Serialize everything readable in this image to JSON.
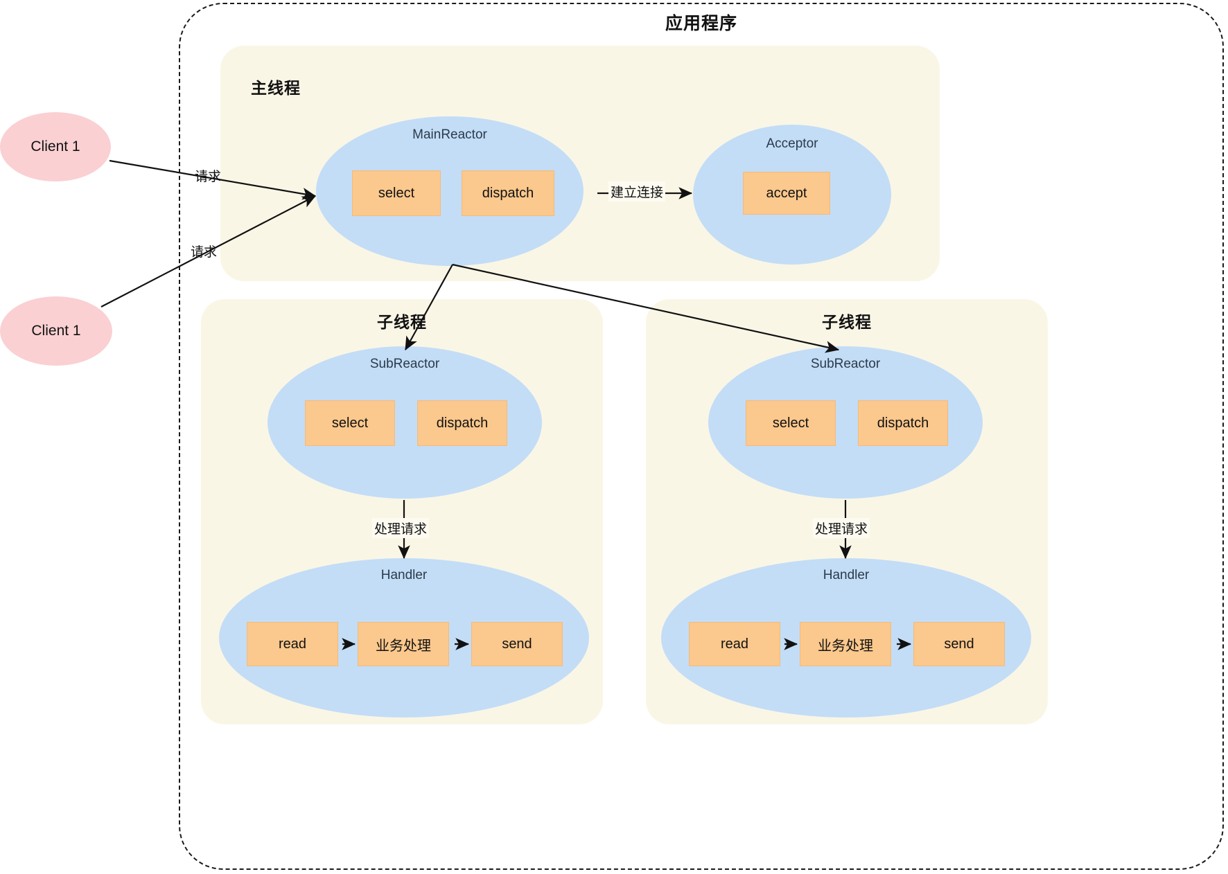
{
  "diagram": {
    "title": "应用程序",
    "panels": {
      "main_thread": "主线程",
      "sub_thread_left": "子线程",
      "sub_thread_right": "子线程"
    },
    "clients": [
      {
        "label": "Client 1"
      },
      {
        "label": "Client 1"
      }
    ],
    "nodes": {
      "main_reactor": "MainReactor",
      "acceptor": "Acceptor",
      "sub_reactor_left": "SubReactor",
      "sub_reactor_right": "SubReactor",
      "handler_left": "Handler",
      "handler_right": "Handler"
    },
    "ops": {
      "select": "select",
      "dispatch": "dispatch",
      "accept": "accept",
      "read": "read",
      "business": "业务处理",
      "send": "send"
    },
    "edges": {
      "request_1": "请求",
      "request_2": "请求",
      "establish_connection": "建立连接",
      "process_request_left": "处理请求",
      "process_request_right": "处理请求"
    },
    "colors": {
      "client_fill": "#fad0d2",
      "reactor_fill": "#c3ddf7",
      "panel_fill": "#faf6e6",
      "op_fill": "#fbc88d",
      "edge_stroke": "#111111",
      "container_stroke": "#1a1a1a",
      "background": "#ffffff"
    }
  }
}
